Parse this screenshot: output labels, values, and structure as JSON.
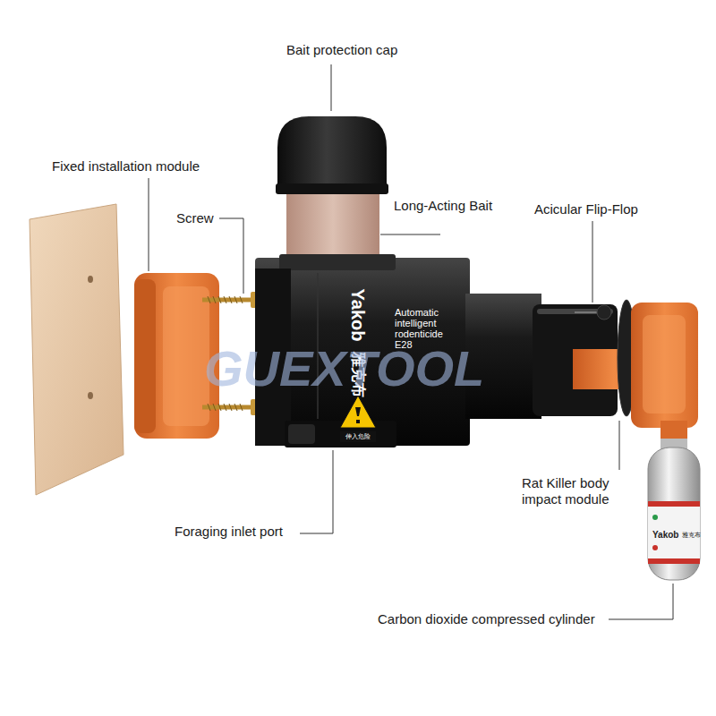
{
  "diagram": {
    "labels": [
      "Bait protection cap",
      "Fixed installation module",
      "Screw",
      "Long-Acting Bait",
      "Acicular Flip-Flop",
      "Rat Killer body impact module",
      "Foraging inlet port",
      "Carbon dioxide compressed cylinder",
      "Yakob",
      "雅克布",
      "Automatic intelligent rodenticide E28",
      "伸入危险",
      "GUEXTOOL",
      "Yakob",
      "雅克布"
    ]
  }
}
